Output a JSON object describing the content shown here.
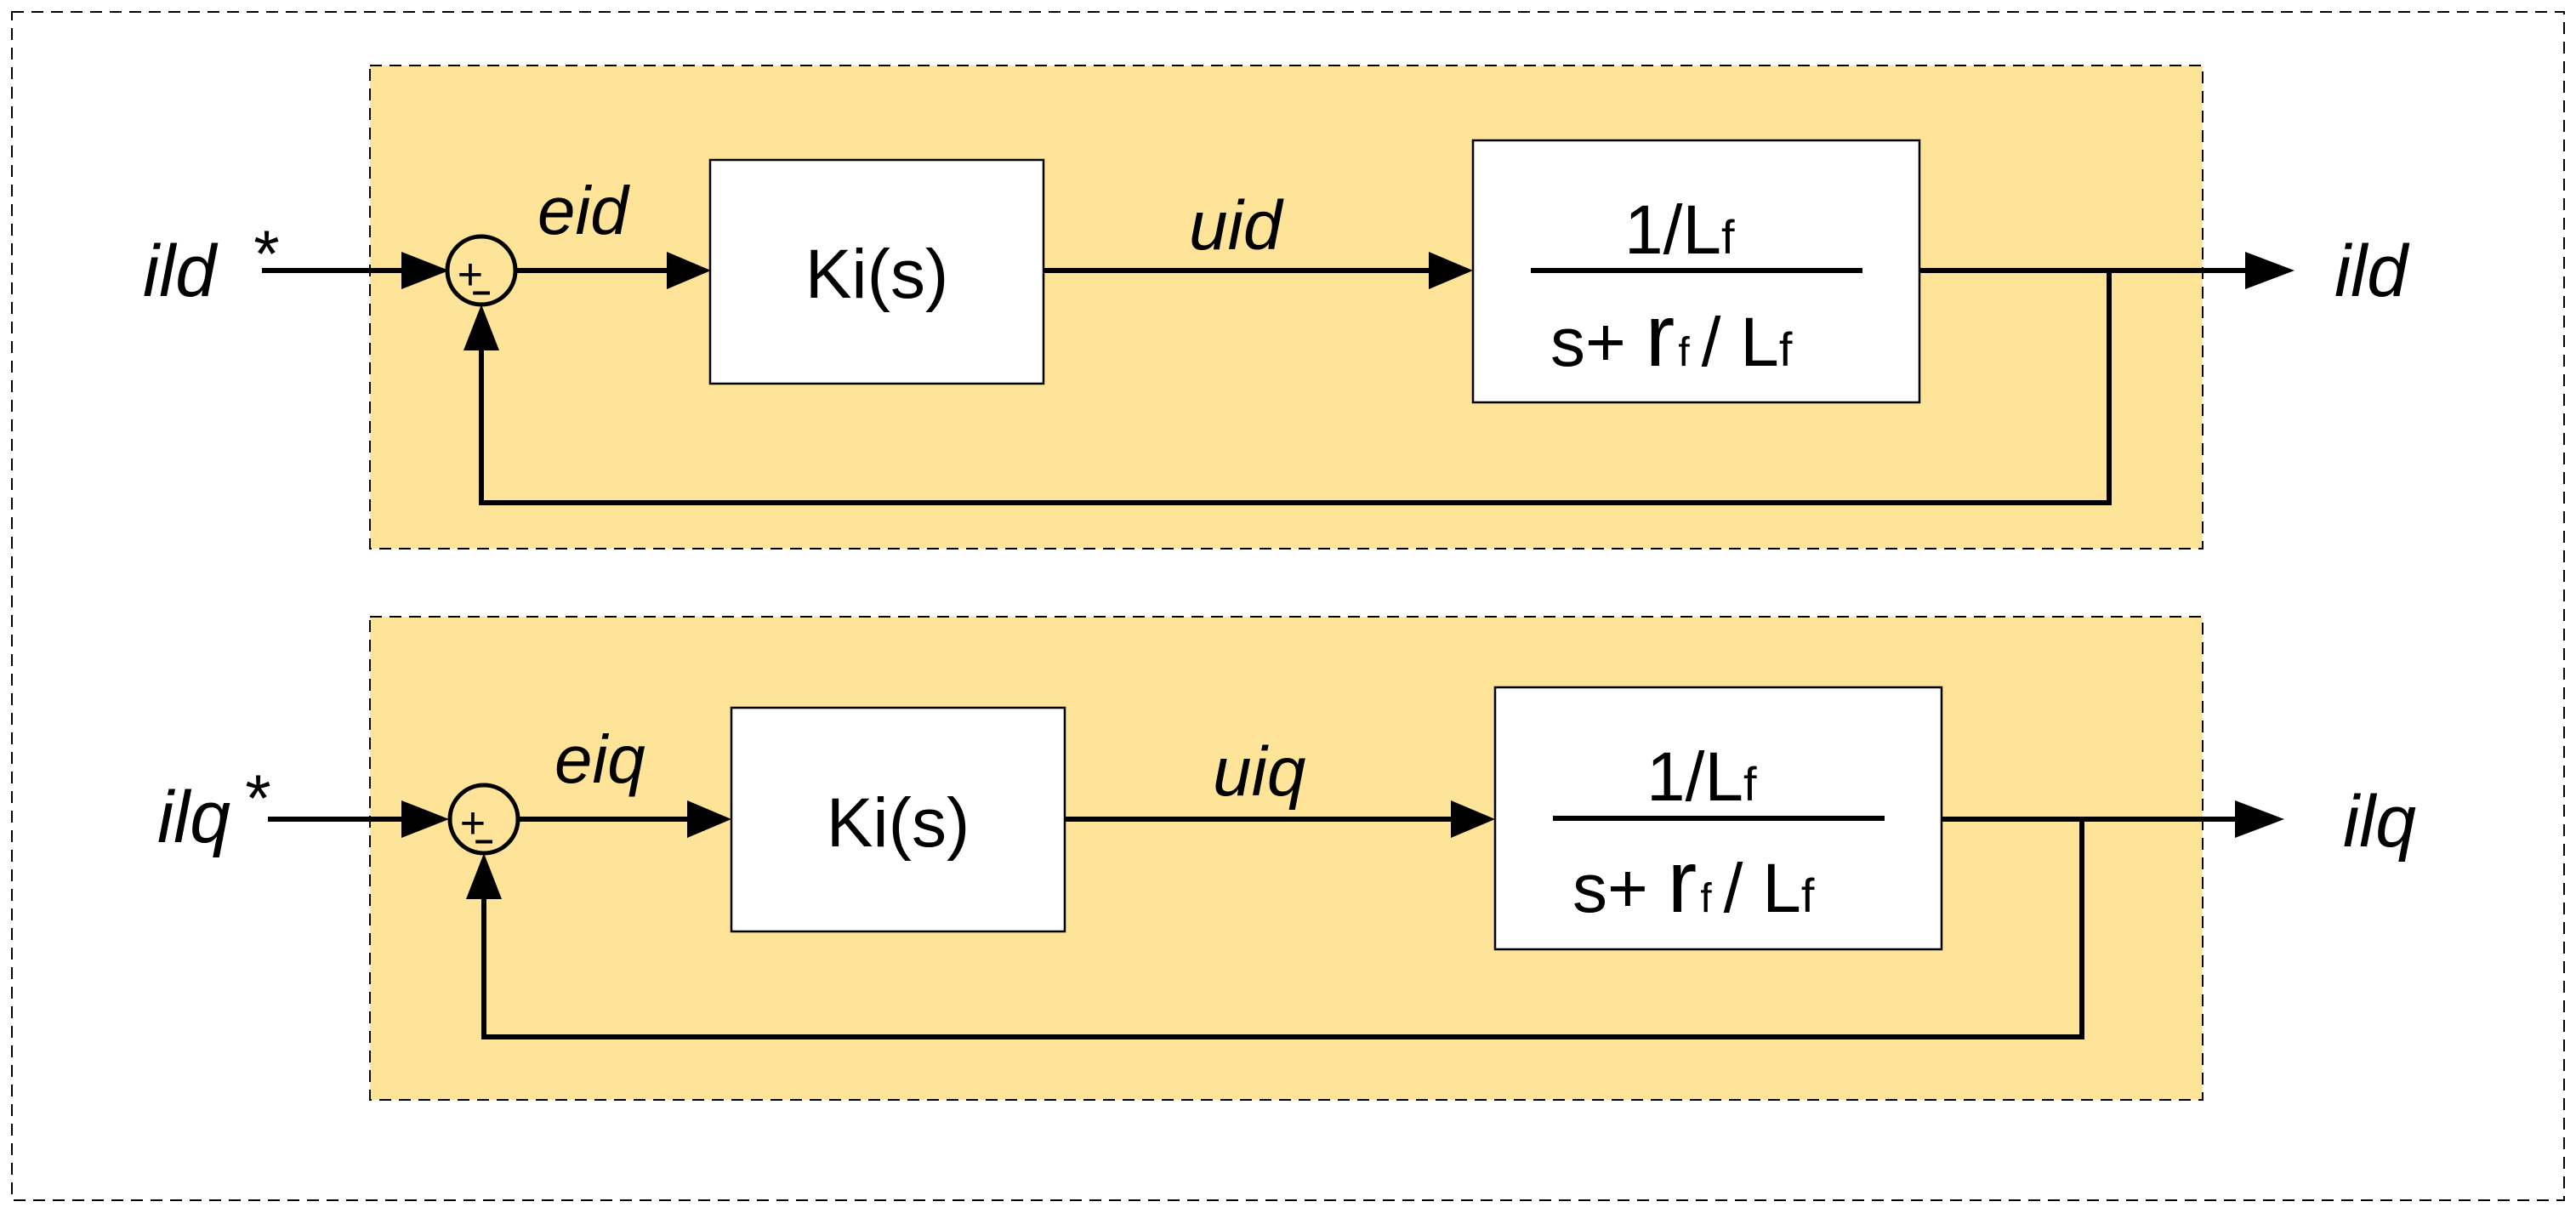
{
  "loops": [
    {
      "input": "ild",
      "input_star": "*",
      "error": "eid",
      "controller": "Ki(s)",
      "control": "uid",
      "plant_num": "1/L",
      "plant_num_sub": "f",
      "plant_den_a": "s+ ",
      "plant_den_r": "r",
      "plant_den_sub": "f",
      "plant_den_b": "/ L",
      "plant_den_sub2": "f",
      "sum_plus": "+",
      "sum_minus": "–",
      "output": "ild"
    },
    {
      "input": "ilq",
      "input_star": "*",
      "error": "eiq",
      "controller": "Ki(s)",
      "control": "uiq",
      "plant_num": "1/L",
      "plant_num_sub": "f",
      "plant_den_a": "s+ ",
      "plant_den_r": "r",
      "plant_den_sub": "f",
      "plant_den_b": "/ L",
      "plant_den_sub2": "f",
      "sum_plus": "+",
      "sum_minus": "–",
      "output": "ilq"
    }
  ],
  "colors": {
    "panel_fill": "#fde499",
    "block_fill": "#ffffff",
    "line": "#000000"
  }
}
